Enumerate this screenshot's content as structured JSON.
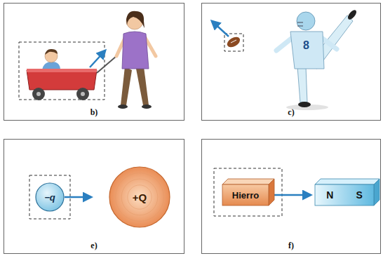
{
  "diagram": {
    "nodes": [
      {
        "text": [
          "b)"
        ]
      },
      {
        "text": [
          "c)"
        ]
      },
      {
        "text": [
          "e)"
        ]
      },
      {
        "text": [
          "−q"
        ],
        "in": 2
      },
      {
        "text": [
          "+Q"
        ],
        "in": 2
      },
      {
        "text": [
          "f)"
        ]
      },
      {
        "text": [
          "Hierro"
        ],
        "in": 5
      },
      {
        "text": [
          "N",
          "S"
        ],
        "in": 5
      }
    ],
    "edges": [
      {
        "from": 3,
        "to": 4,
        "arrow": "to"
      },
      {
        "from": 6,
        "to": 7,
        "arrow": "to"
      }
    ],
    "labels": [
      "8"
    ]
  }
}
